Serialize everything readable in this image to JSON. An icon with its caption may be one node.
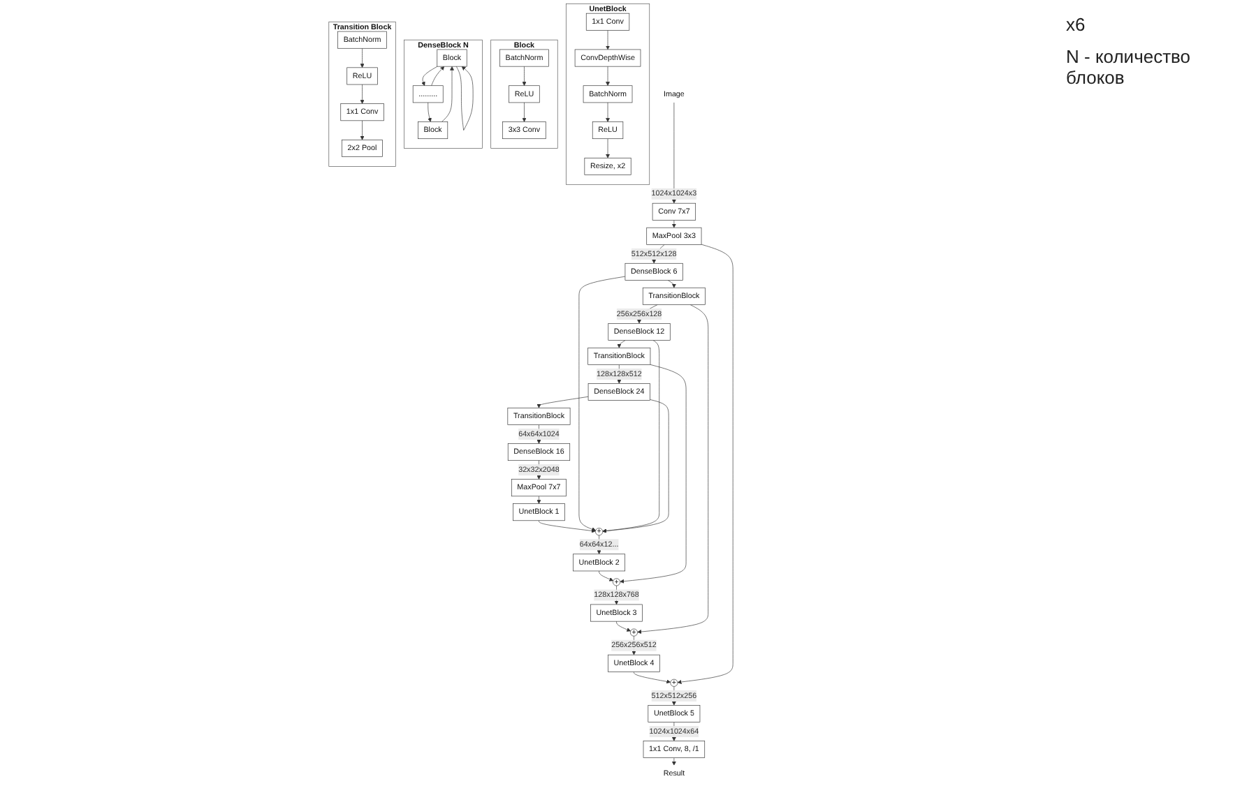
{
  "diagram": {
    "nodes": [
      {
        "text": [
          "Image"
        ]
      },
      {
        "text": [
          "Conv 7x7"
        ]
      },
      {
        "text": [
          "MaxPool 3x3"
        ]
      },
      {
        "text": [
          "DenseBlock 6"
        ]
      },
      {
        "text": [
          "TransitionBlock"
        ]
      },
      {
        "text": [
          "DenseBlock 12"
        ]
      },
      {
        "text": [
          "TransitionBlock"
        ]
      },
      {
        "text": [
          "DenseBlock 24"
        ]
      },
      {
        "text": [
          "TransitionBlock"
        ]
      },
      {
        "text": [
          "DenseBlock 16"
        ]
      },
      {
        "text": [
          "MaxPool 7x7"
        ]
      },
      {
        "text": [
          "UnetBlock 1"
        ]
      },
      {
        "text": [
          "+"
        ]
      },
      {
        "text": [
          "UnetBlock 2"
        ]
      },
      {
        "text": [
          "+"
        ]
      },
      {
        "text": [
          "UnetBlock 3"
        ]
      },
      {
        "text": [
          "+"
        ]
      },
      {
        "text": [
          "UnetBlock 4"
        ]
      },
      {
        "text": [
          "+"
        ]
      },
      {
        "text": [
          "UnetBlock 5"
        ]
      },
      {
        "text": [
          "1x1 Conv, 8, /1"
        ]
      },
      {
        "text": [
          "Result"
        ]
      },
      {
        "text": [
          "UnetBlock"
        ]
      },
      {
        "text": [
          "1x1 Conv"
        ],
        "in": 22
      },
      {
        "text": [
          "ConvDepthWise"
        ],
        "in": 22
      },
      {
        "text": [
          "BatchNorm"
        ],
        "in": 22
      },
      {
        "text": [
          "ReLU"
        ],
        "in": 22
      },
      {
        "text": [
          "Resize, x2"
        ],
        "in": 22
      },
      {
        "text": [
          "Block"
        ]
      },
      {
        "text": [
          "BatchNorm"
        ],
        "in": 28
      },
      {
        "text": [
          "ReLU"
        ],
        "in": 28
      },
      {
        "text": [
          "3x3 Conv"
        ],
        "in": 28
      },
      {
        "text": [
          "DenseBlock N"
        ]
      },
      {
        "text": [
          "Block"
        ],
        "in": 32
      },
      {
        "text": [
          "........."
        ],
        "in": 32
      },
      {
        "text": [
          "Block"
        ],
        "in": 32
      },
      {
        "text": [
          "Transition Block"
        ]
      },
      {
        "text": [
          "BatchNorm"
        ],
        "in": 36
      },
      {
        "text": [
          "ReLU"
        ],
        "in": 36
      },
      {
        "text": [
          "1x1 Conv"
        ],
        "in": 36
      },
      {
        "text": [
          "2x2 Pool"
        ],
        "in": 36
      }
    ],
    "edges": [
      {
        "from": 0,
        "to": 1,
        "arrow": "to",
        "label": "1024x1024x3"
      },
      {
        "from": 1,
        "to": 2,
        "arrow": "to"
      },
      {
        "from": 2,
        "to": 3,
        "arrow": "to",
        "label": "512x512x128"
      },
      {
        "from": 3,
        "to": 4,
        "arrow": "to"
      },
      {
        "from": 4,
        "to": 5,
        "arrow": "to",
        "label": "256x256x128"
      },
      {
        "from": 5,
        "to": 6,
        "arrow": "to"
      },
      {
        "from": 6,
        "to": 7,
        "arrow": "to",
        "label": "128x128x512"
      },
      {
        "from": 7,
        "to": 8,
        "arrow": "to"
      },
      {
        "from": 8,
        "to": 9,
        "arrow": "to",
        "label": "64x64x1024"
      },
      {
        "from": 9,
        "to": 10,
        "arrow": "to",
        "label": "32x32x2048"
      },
      {
        "from": 10,
        "to": 11,
        "arrow": "to"
      },
      {
        "from": 11,
        "to": 12,
        "arrow": "to"
      },
      {
        "from": 12,
        "to": 13,
        "arrow": "to",
        "label": "64x64x12..."
      },
      {
        "from": 13,
        "to": 14,
        "arrow": "to"
      },
      {
        "from": 14,
        "to": 15,
        "arrow": "to",
        "label": "128x128x768"
      },
      {
        "from": 15,
        "to": 16,
        "arrow": "to"
      },
      {
        "from": 16,
        "to": 17,
        "arrow": "to",
        "label": "256x256x512"
      },
      {
        "from": 17,
        "to": 18,
        "arrow": "to"
      },
      {
        "from": 18,
        "to": 19,
        "arrow": "to",
        "label": "512x512x256"
      },
      {
        "from": 19,
        "to": 20,
        "arrow": "to",
        "label": "1024x1024x64"
      },
      {
        "from": 20,
        "to": 21,
        "arrow": "to"
      },
      {
        "from": 2,
        "to": 18,
        "arrow": "to"
      },
      {
        "from": 4,
        "to": 16,
        "arrow": "to"
      },
      {
        "from": 6,
        "to": 14,
        "arrow": "to"
      },
      {
        "from": 3,
        "to": 12,
        "arrow": "to"
      },
      {
        "from": 5,
        "to": 12,
        "arrow": "to"
      },
      {
        "from": 7,
        "to": 12,
        "arrow": "to"
      },
      {
        "from": 23,
        "to": 24,
        "arrow": "to"
      },
      {
        "from": 24,
        "to": 25,
        "arrow": "to"
      },
      {
        "from": 25,
        "to": 26,
        "arrow": "to"
      },
      {
        "from": 26,
        "to": 27,
        "arrow": "to"
      },
      {
        "from": 29,
        "to": 30,
        "arrow": "to"
      },
      {
        "from": 30,
        "to": 31,
        "arrow": "to"
      },
      {
        "from": 33,
        "to": 34,
        "arrow": "to"
      },
      {
        "from": 34,
        "to": 35,
        "arrow": "to"
      },
      {
        "from": 33,
        "to": 33,
        "arrow": "to"
      },
      {
        "from": 34,
        "to": 33,
        "arrow": "to"
      },
      {
        "from": 35,
        "to": 33,
        "arrow": "to"
      },
      {
        "from": 37,
        "to": 38,
        "arrow": "to"
      },
      {
        "from": 38,
        "to": 39,
        "arrow": "to"
      },
      {
        "from": 39,
        "to": 40,
        "arrow": "to"
      }
    ],
    "labels": [
      "x6",
      "N - количество блоков"
    ]
  }
}
